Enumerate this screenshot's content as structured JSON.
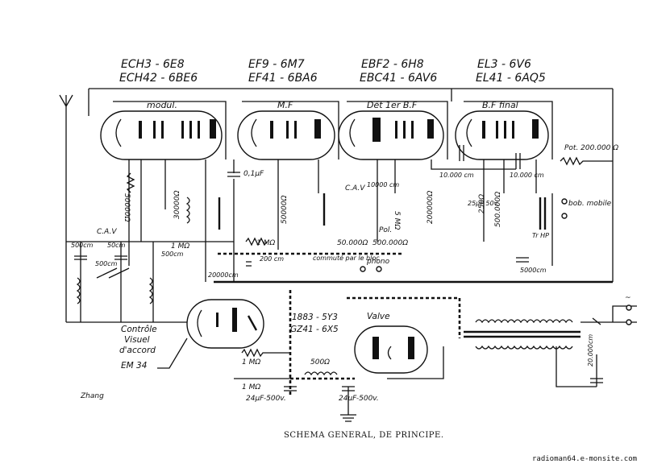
{
  "tubes": [
    {
      "line1": "ECH3 - 6E8",
      "line2": "ECH42 - 6BE6",
      "stage": "modul."
    },
    {
      "line1": "EF9 - 6M7",
      "line2": "EF41 - 6BA6",
      "stage": "M.F"
    },
    {
      "line1": "EBF2 - 6H8",
      "line2": "EBC41 - 6AV6",
      "stage": "Dét 1er B.F"
    },
    {
      "line1": "EL3 - 6V6",
      "line2": "EL41 - 6AQ5",
      "stage": "B.F final"
    }
  ],
  "rectifier": {
    "line1": "1883 - 5Y3",
    "line2": "GZ41 - 6X5",
    "label": "Valve"
  },
  "eye_tube": {
    "line1": "Contrôle",
    "line2": "Visuel",
    "line3": "d'accord",
    "type": "EM 34"
  },
  "components": {
    "r_50k_osc": "50000Ω",
    "c_01uf": "0,1μF",
    "r_30k": "30000Ω",
    "r_50k_mf": "50000Ω",
    "cav_top": "C.A.V",
    "cav_left": "C.A.V",
    "c_10000cm_a": "10000 cm",
    "r_5m": "5 MΩ",
    "r_200k": "200000Ω",
    "c_10000cm_b": "10.000 cm",
    "c_10000cm_c": "10.000 cm",
    "pot_top": "Pot. 200.000 Ω",
    "c_25uf": "25μF 50v.",
    "r_250": "250Ω",
    "r_500k": "500.000Ω",
    "bob_mobile": "bob. mobile",
    "tr_hp": "Tr HP",
    "c_5000cm": "5000cm",
    "c_500cm_a": "500cm",
    "c_50cm": "50cm",
    "c_500cm_b": "500cm",
    "c_500cm_c": "500cm",
    "r_1m_a": "1 MΩ",
    "r_1m_b": "1 MΩ",
    "r_50k_det": "50.000Ω",
    "pot_mid": "Pol.",
    "r_500k_pot": "500.000Ω",
    "c_200cm": "200 cm",
    "c_20000cm_a": "20000cm",
    "switch_note": "commuté par le bloc",
    "phono": "phono",
    "r_1m_eye": "1 MΩ",
    "r_1m_eye_b": "1 MΩ",
    "choke_500": "500Ω",
    "c_24uf_a": "24μF-500v.",
    "c_24uf_b": "24μF-500v.",
    "c_20000cm_b": "20.000cm",
    "mains_symbol": "~"
  },
  "caption": "SCHEMA GENERAL, DE PRINCIPE.",
  "signature": "Zhang",
  "credit": "radioman64.e-monsite.com"
}
